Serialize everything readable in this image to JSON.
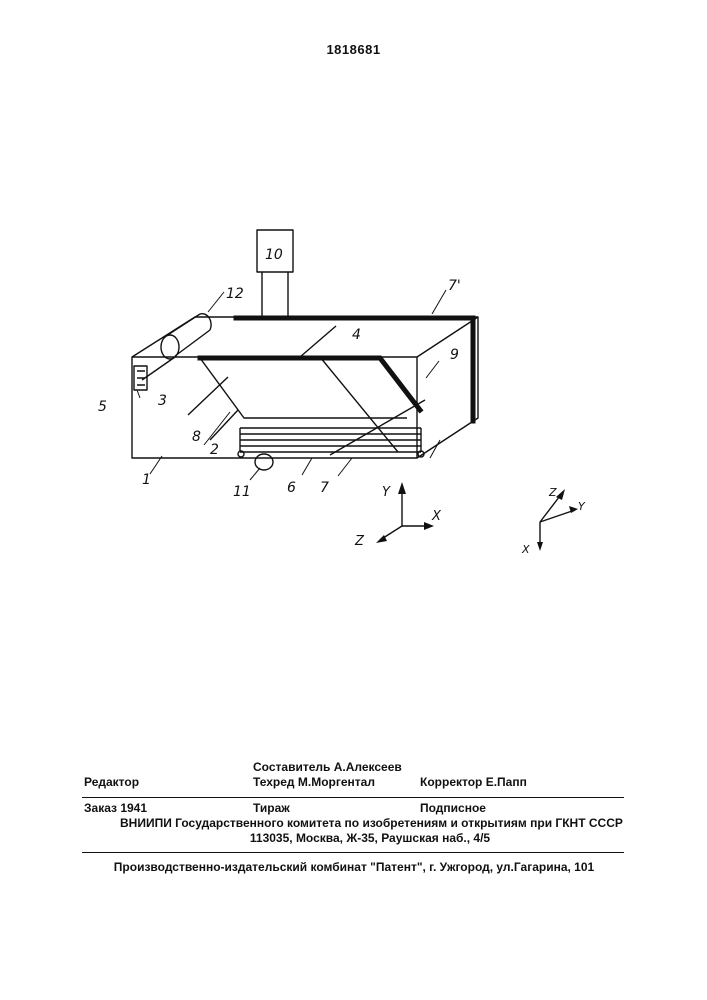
{
  "patent_number": "1818681",
  "figure": {
    "part_labels": [
      "1",
      "2",
      "3",
      "4",
      "5",
      "6",
      "7",
      "7'",
      "8",
      "9",
      "10",
      "11",
      "12"
    ],
    "axes_main": {
      "x": "X",
      "y": "Y",
      "z": "Z"
    },
    "axes_rotated": {
      "x": "X",
      "y": "Y",
      "z": "Z"
    }
  },
  "footer": {
    "editor_label": "Редактор",
    "compiler": "Составитель А.Алексеев",
    "techred": "Техред М.Моргентал",
    "corrector": "Корректор Е.Папп",
    "order": "Заказ 1941",
    "circulation": "Тираж",
    "subscription": "Подписное",
    "institute_line1": "ВНИИПИ Государственного комитета по изобретениям и открытиям при ГКНТ СССР",
    "institute_line2": "113035, Москва, Ж-35, Раушская наб., 4/5",
    "publisher": "Производственно-издательский комбинат \"Патент\", г. Ужгород, ул.Гагарина, 101"
  }
}
